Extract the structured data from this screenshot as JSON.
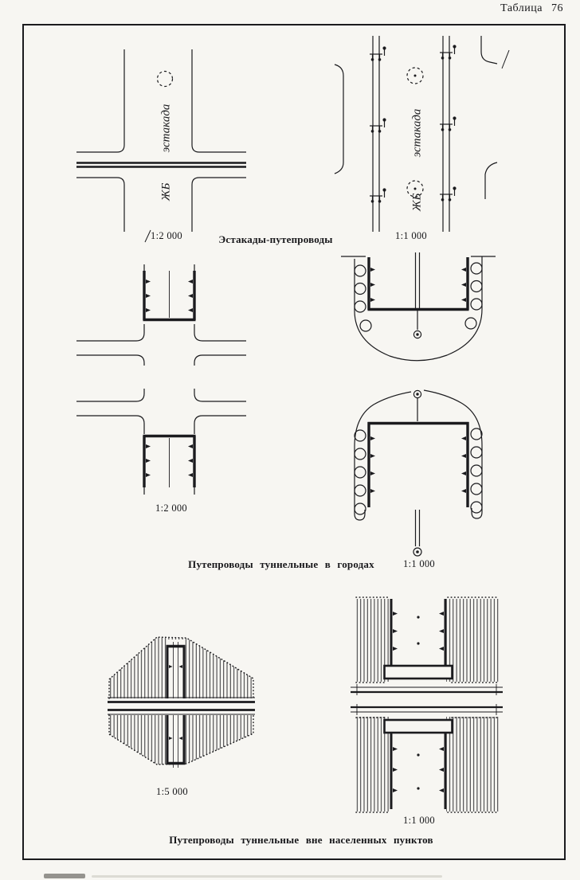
{
  "header": {
    "table_title": "Таблица 76"
  },
  "colors": {
    "paper": "#f7f6f2",
    "ink": "#1b1b1e"
  },
  "estakady": {
    "caption": "Эстакады-путепроводы",
    "left_scale": "1:2 000",
    "right_scale": "1:1 000",
    "left_label_line1": "эстакада",
    "left_label_line2": "ЖБ",
    "right_label_line1": "эстакада",
    "right_label_line2": "ЖБ"
  },
  "city_tunnels": {
    "caption": "Путепроводы туннельные в городах",
    "left_scale": "1:2 000",
    "right_scale": "1:1 000"
  },
  "rural_tunnels": {
    "caption": "Путепроводы туннельные вне населенных пунктов",
    "left_scale": "1:5 000",
    "right_scale": "1:1 000"
  }
}
